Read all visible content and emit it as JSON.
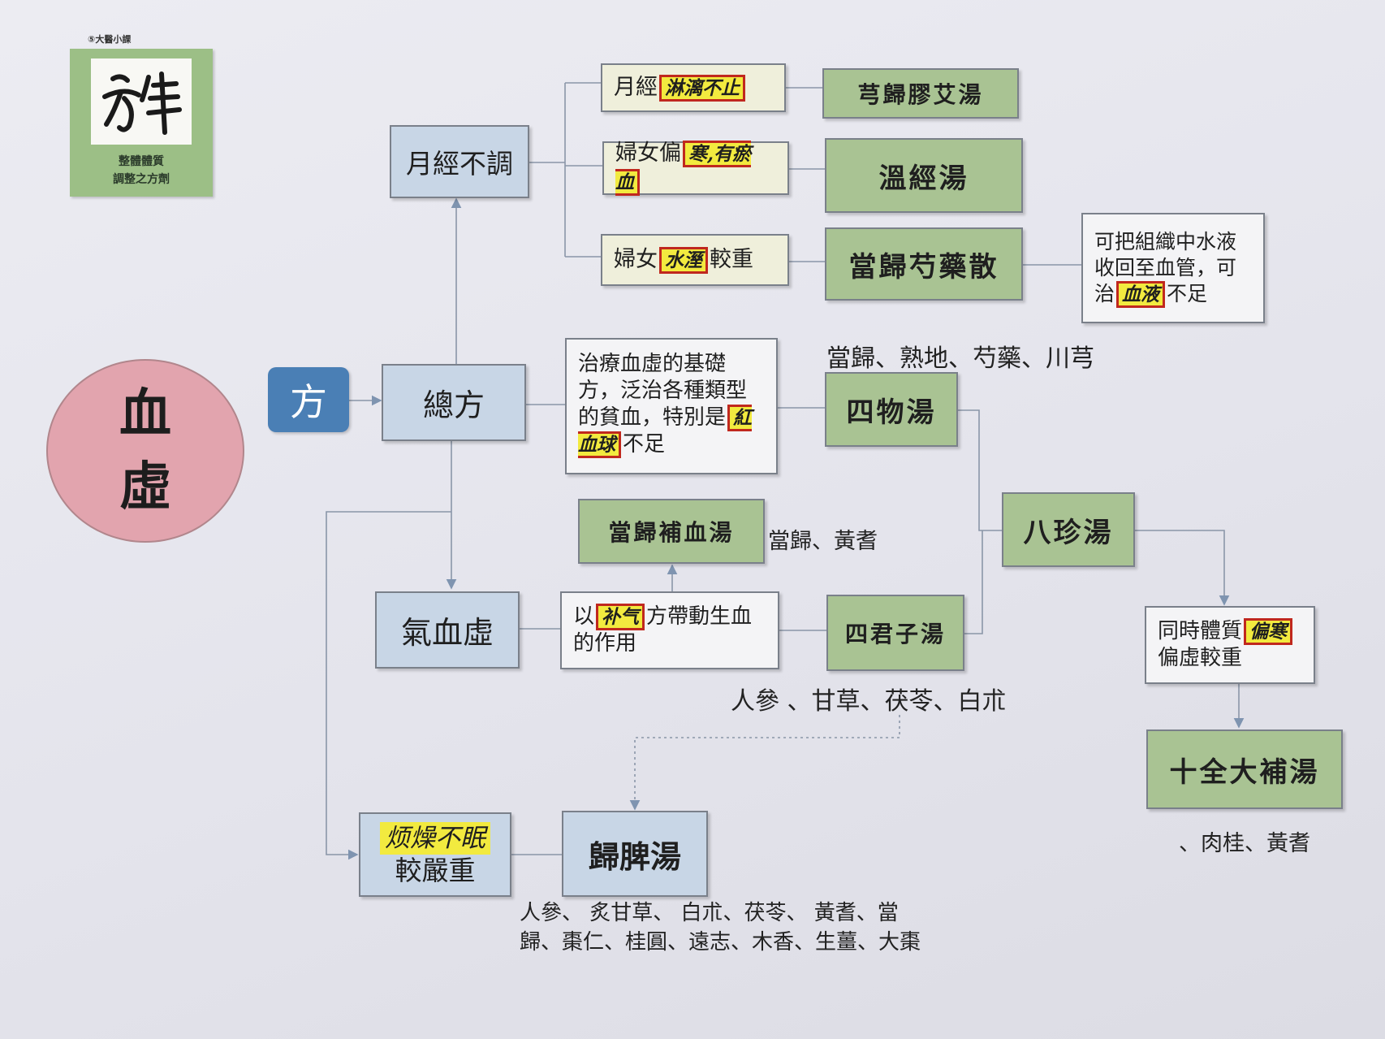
{
  "logo": {
    "tiny_label": "⑤大醫小課",
    "caption_line1": "整體體質",
    "caption_line2": "調整之方劑"
  },
  "root": {
    "char1": "血",
    "char2": "虛"
  },
  "fang_tag": "方",
  "nodes": {
    "zongfang": "總方",
    "yuejing_butiao": "月經不調",
    "qixuexu": "氣血虛",
    "yuejing_cond": {
      "prefix": "月經",
      "highlight": "淋漓不止"
    },
    "fuyou_cold": {
      "prefix": "婦女偏",
      "highlight": "寒,有瘀血"
    },
    "fuyou_damp": {
      "prefix": "婦女",
      "highlight": "水溼",
      "suffix": "較重"
    },
    "xiongguijiaoai": "芎歸膠艾湯",
    "wenjing": "溫經湯",
    "danggui_shaoyao": "當歸芍藥散",
    "danggui_shaoyao_note": {
      "line1": "可把組織中水液",
      "line2": "收回至血管，可",
      "prefix": "治",
      "highlight": "血液",
      "suffix": "不足"
    },
    "siwu_desc": {
      "text": "治療血虛的基礎方，泛治各種類型的貧血，特別是",
      "highlight": "紅血球",
      "suffix": "不足"
    },
    "siwu": "四物湯",
    "siwu_ingredients": "當歸、熟地、芍藥、川芎",
    "danggui_buxue": "當歸補血湯",
    "danggui_buxue_ingredients": "當歸、黃耆",
    "buqi_desc": {
      "prefix": "以",
      "highlight": "补气",
      "suffix": "方帶動生血的作用"
    },
    "sijunzi": "四君子湯",
    "sijunzi_ingredients": "人參 、甘草、茯苓、白朮",
    "bazhen": "八珍湯",
    "tongshi_desc": {
      "prefix": "同時體質",
      "highlight": "偏寒",
      "suffix": "偏虛較重"
    },
    "shiquan": "十全大補湯",
    "shiquan_ingredients": "、肉桂、黃耆",
    "fanzao": {
      "highlight": "烦燥不眠",
      "suffix": "較嚴重"
    },
    "guipi": "歸脾湯",
    "guipi_ingredients": "人參、 炙甘草、 白朮、茯苓、 黃耆、當歸、棗仁、桂圓、遠志、木香、生薑、大棗"
  },
  "colors": {
    "root": "#e2a4ae",
    "tag": "#4a7fb5",
    "category_box": "#c8d6e6",
    "formula_box": "#a9c393",
    "condition_box": "#efefdb",
    "highlight": "#f2ea3f",
    "highlight_border": "#c0281e",
    "connector": "#8a96a8"
  }
}
